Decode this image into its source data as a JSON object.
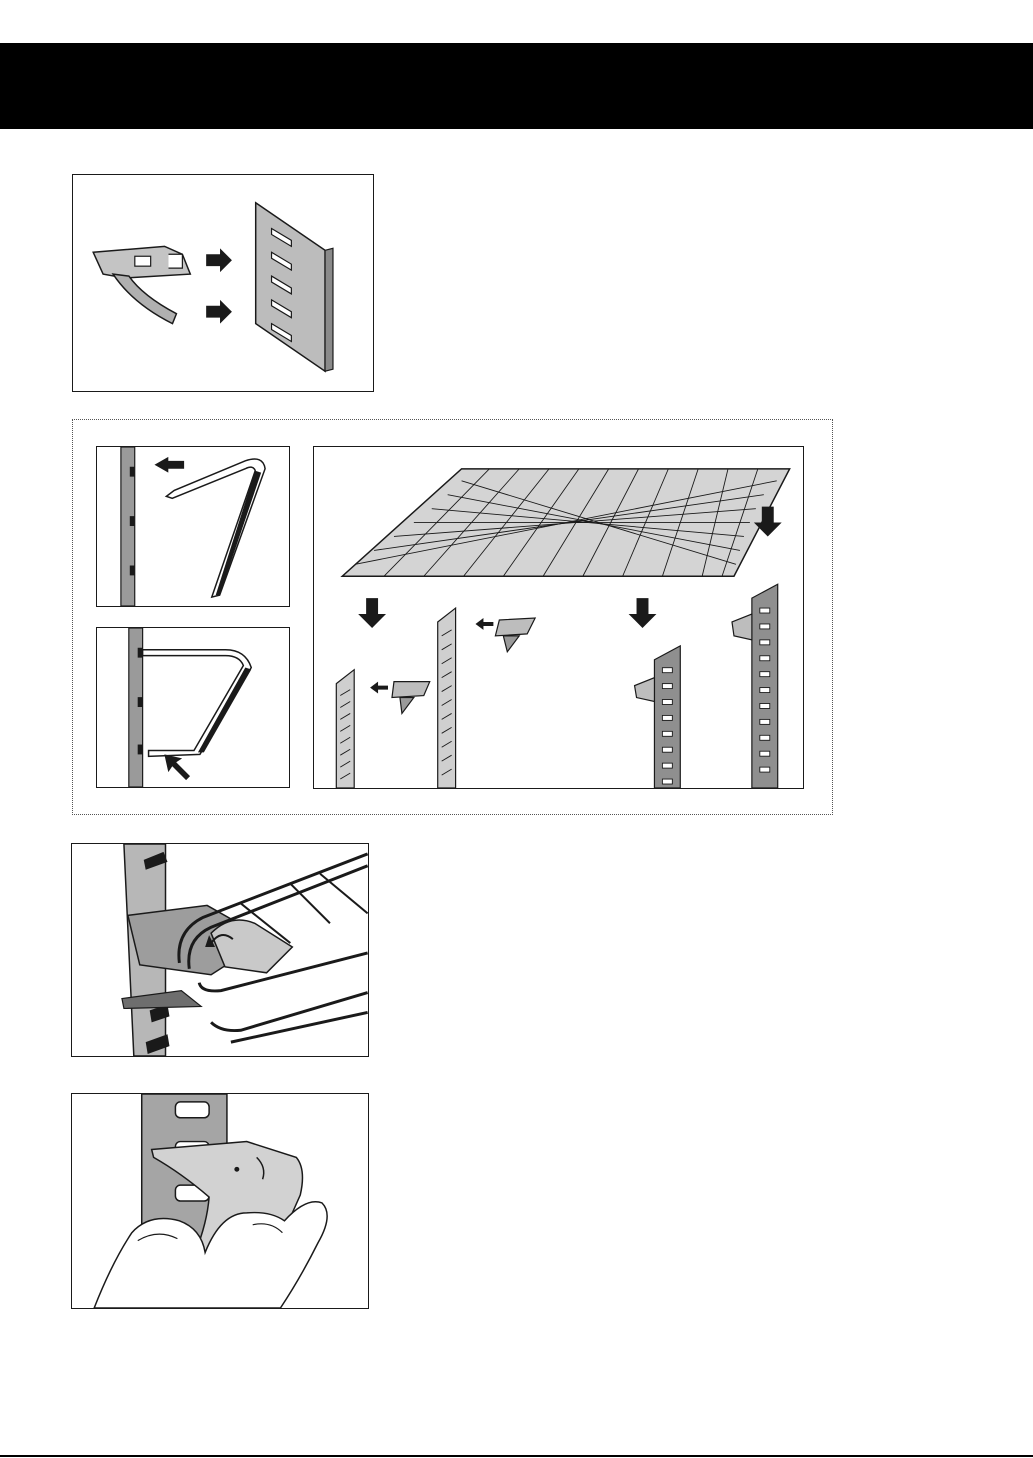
{
  "colors": {
    "header": "#000000",
    "rail": "#a9a9a9",
    "rail_dark": "#7d7d7d",
    "clip": "#bdbdbd",
    "shelf": "#c8c8c8",
    "line": "#1a1a1a"
  },
  "icons": [
    "arrow-right-icon",
    "arrow-left-icon",
    "arrow-down-icon",
    "arrow-up-right-icon",
    "rotate-icon"
  ],
  "figures": [
    {
      "id": "fig-clip-to-rail"
    },
    {
      "id": "fig-clip-tilt"
    },
    {
      "id": "fig-clip-locked"
    },
    {
      "id": "fig-shelf-install"
    },
    {
      "id": "fig-shelf-clip-closeup"
    },
    {
      "id": "fig-clip-removal"
    }
  ]
}
